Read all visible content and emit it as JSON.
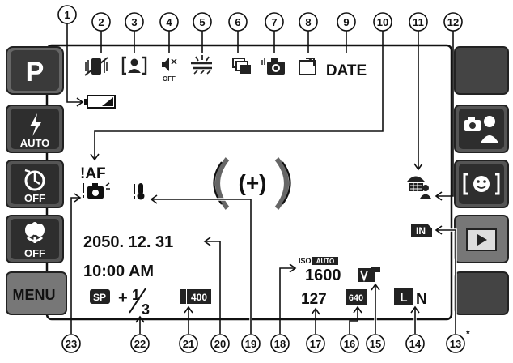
{
  "callouts": [
    "1",
    "2",
    "3",
    "4",
    "5",
    "6",
    "7",
    "8",
    "9",
    "10",
    "11",
    "12",
    "13",
    "14",
    "15",
    "16",
    "17",
    "18",
    "19",
    "20",
    "21",
    "22",
    "23"
  ],
  "callout_13_suffix": "*",
  "left_buttons": {
    "mode": "P",
    "flash": "AUTO",
    "self_timer": "OFF",
    "macro": "OFF",
    "menu": "MENU"
  },
  "right_buttons": {
    "scene_icon": "scene-portrait-icon",
    "face_icon": "face-detection-icon",
    "play_icon": "playback-icon"
  },
  "top_indicators": {
    "sound_off": "OFF",
    "date": "DATE"
  },
  "display": {
    "af_warning": "!AF",
    "date": "2050. 12. 31",
    "time": "10:00  AM",
    "iso_label": "ISO",
    "iso_mode": "AUTO",
    "iso_value": "1600",
    "shots_remaining": "127",
    "resolution": "640",
    "quality_size": "L",
    "quality_compression": "N",
    "exposure_comp": "+",
    "exposure_num": "1",
    "exposure_den": "3",
    "ev_label": "SP",
    "focus_target": "(+)",
    "iso_box": "400",
    "memory": "IN"
  }
}
